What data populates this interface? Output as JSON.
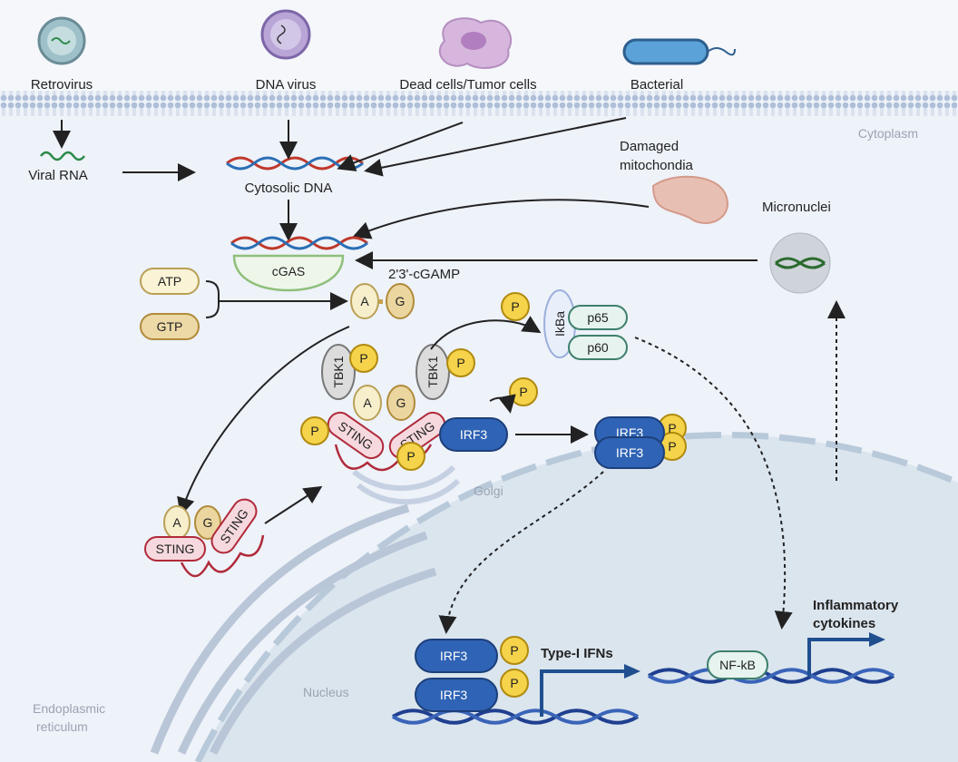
{
  "sources": {
    "retrovirus": "Retrovirus",
    "dna_virus": "DNA virus",
    "dead_cells": "Dead cells/Tumor cells",
    "bacterial": "Bacterial"
  },
  "regions": {
    "cytoplasm": "Cytoplasm",
    "golgi": "Golgi",
    "nucleus": "Nucleus",
    "er_line1": "Endoplasmic",
    "er_line2": "reticulum"
  },
  "labels": {
    "viral_rna": "Viral RNA",
    "cytosolic_dna": "Cytosolic DNA",
    "mito_line1": "Damaged",
    "mito_line2": "mitochondia",
    "micronuclei": "Micronuclei",
    "cgas": "cGAS",
    "atp": "ATP",
    "gtp": "GTP",
    "cgamp": "2'3'-cGAMP",
    "a": "A",
    "g": "G",
    "p": "P",
    "ikba": "IkBa",
    "p65": "p65",
    "p60": "p60",
    "tbk1": "TBK1",
    "sting": "STING",
    "irf3": "IRF3",
    "type1_ifns": "Type-I IFNs",
    "cyto_line1": "Inflammatory",
    "cyto_line2": "cytokines",
    "nfkb": "NF-kB"
  },
  "colors": {
    "background": "#eef2f9",
    "membrane": "#b8c6dc",
    "nucleus": "#dbe5ee",
    "irf3": "#2f63b5",
    "phosphate": "#f5d34a",
    "sting": "#f6d9de",
    "tbk1": "#dcdcdc",
    "dna": "#1f3f8f"
  }
}
